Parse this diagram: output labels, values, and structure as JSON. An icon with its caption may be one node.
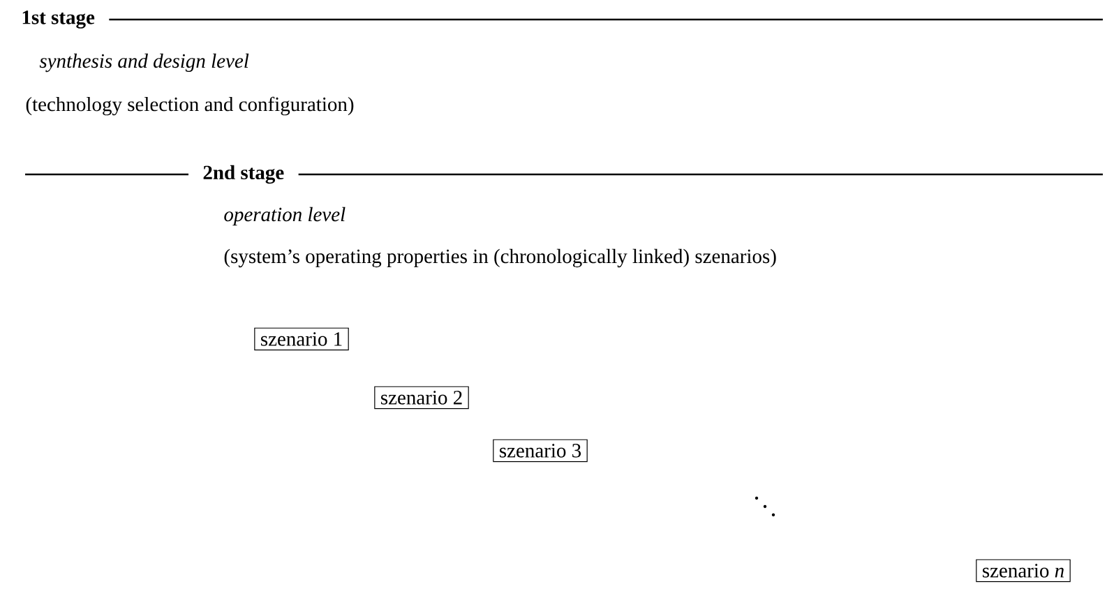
{
  "diagram": {
    "nodes": [
      {
        "text": [
          "szenario 1"
        ]
      },
      {
        "text": [
          "szenario 2"
        ]
      },
      {
        "text": [
          "szenario 3"
        ]
      },
      {
        "text": [
          "szenario *n*"
        ]
      }
    ],
    "edges": [],
    "labels": [
      "1st stage",
      "synthesis and design level",
      "(technology selection and configuration)",
      "2nd stage",
      "operation level",
      "(system’s operating properties in (chronologically linked) szenarios)"
    ]
  }
}
